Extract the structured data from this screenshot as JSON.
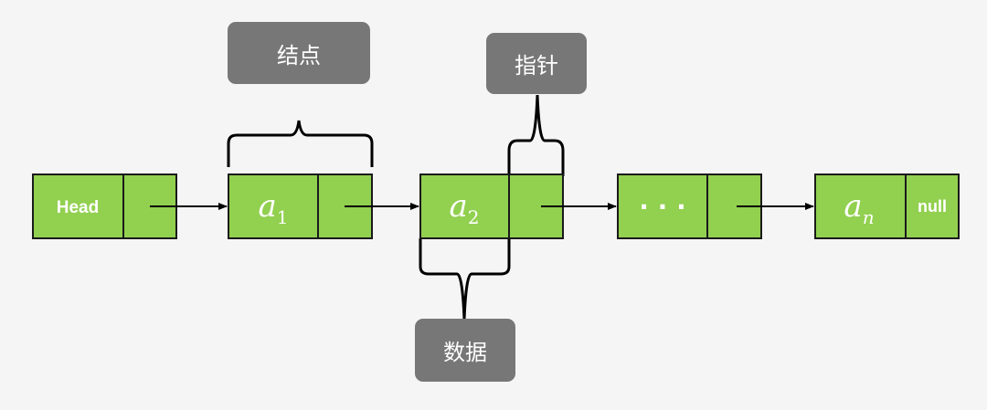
{
  "diagram": {
    "colors": {
      "background": "#f5f5f5",
      "node_fill": "#92d050",
      "node_border": "#1a1a1a",
      "callout_fill": "#777777",
      "callout_text": "#ffffff",
      "arrow": "#000000"
    },
    "callouts": {
      "node": "结点",
      "pointer": "指针",
      "data": "数据"
    },
    "nodes": [
      {
        "data": "Head",
        "pointer": ""
      },
      {
        "data_base": "a",
        "data_sub": "1",
        "pointer": ""
      },
      {
        "data_base": "a",
        "data_sub": "2",
        "pointer": ""
      },
      {
        "data": "· · ·",
        "pointer": ""
      },
      {
        "data_base": "a",
        "data_sub": "n",
        "pointer": "null"
      }
    ]
  }
}
